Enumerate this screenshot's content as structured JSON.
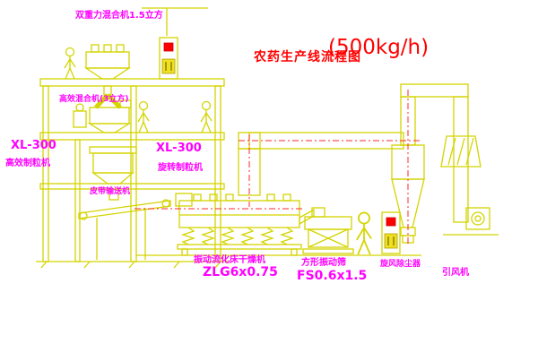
{
  "title": {
    "text": "农药生产线流程图",
    "capacity": "(500kg/h)"
  },
  "labels": {
    "gravity_mixer": "双重力混合机1.5立方",
    "high_eff_mixer": "高效混合机(3立方)",
    "granulator_left_model": "XL-300",
    "granulator_left_name": "高效制粒机",
    "granulator_mid_model": "XL-300",
    "granulator_mid_name": "旋转制粒机",
    "belt_conveyor": "皮带输送机",
    "dryer_name": "振动流化床干燥机",
    "dryer_model": "ZLG6x0.75",
    "screen_name": "方形振动筛",
    "screen_model": "FS0.6x1.5",
    "cyclone": "旋风除尘器",
    "fan": "引风机"
  },
  "colors": {
    "equipment_line": "#d4d400",
    "label_text": "#ff00ff",
    "title_text": "#ff0000",
    "centerline": "#ff2a2a",
    "cabinet_red": "#ff0000",
    "cabinet_yellow": "#f0e020",
    "background": "#ffffff"
  }
}
